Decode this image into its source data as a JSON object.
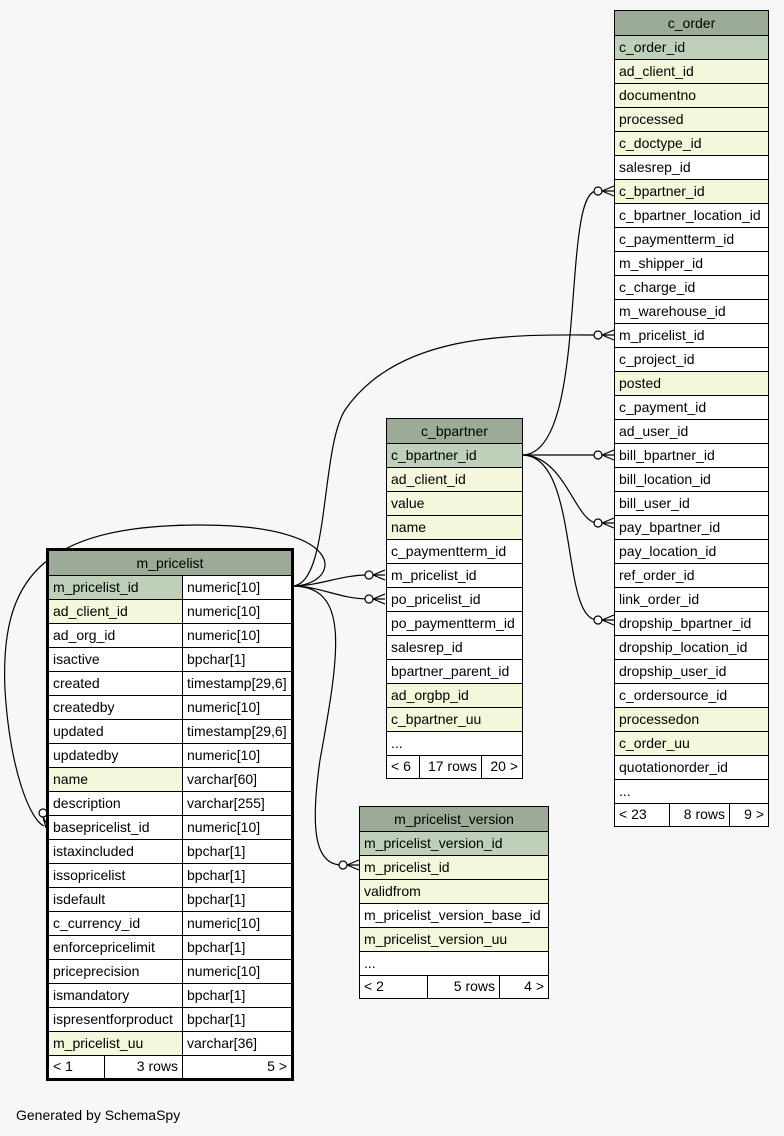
{
  "footer": "Generated by SchemaSpy",
  "tables": {
    "m_pricelist": {
      "name": "m_pricelist",
      "columns": [
        {
          "name": "m_pricelist_id",
          "type": "numeric[10]",
          "kind": "pk"
        },
        {
          "name": "ad_client_id",
          "type": "numeric[10]",
          "kind": "idx"
        },
        {
          "name": "ad_org_id",
          "type": "numeric[10]",
          "kind": "plain"
        },
        {
          "name": "isactive",
          "type": "bpchar[1]",
          "kind": "plain"
        },
        {
          "name": "created",
          "type": "timestamp[29,6]",
          "kind": "plain"
        },
        {
          "name": "createdby",
          "type": "numeric[10]",
          "kind": "plain"
        },
        {
          "name": "updated",
          "type": "timestamp[29,6]",
          "kind": "plain"
        },
        {
          "name": "updatedby",
          "type": "numeric[10]",
          "kind": "plain"
        },
        {
          "name": "name",
          "type": "varchar[60]",
          "kind": "idx"
        },
        {
          "name": "description",
          "type": "varchar[255]",
          "kind": "plain"
        },
        {
          "name": "basepricelist_id",
          "type": "numeric[10]",
          "kind": "plain"
        },
        {
          "name": "istaxincluded",
          "type": "bpchar[1]",
          "kind": "plain"
        },
        {
          "name": "issopricelist",
          "type": "bpchar[1]",
          "kind": "plain"
        },
        {
          "name": "isdefault",
          "type": "bpchar[1]",
          "kind": "plain"
        },
        {
          "name": "c_currency_id",
          "type": "numeric[10]",
          "kind": "plain"
        },
        {
          "name": "enforcepricelimit",
          "type": "bpchar[1]",
          "kind": "plain"
        },
        {
          "name": "priceprecision",
          "type": "numeric[10]",
          "kind": "plain"
        },
        {
          "name": "ismandatory",
          "type": "bpchar[1]",
          "kind": "plain"
        },
        {
          "name": "ispresentforproduct",
          "type": "bpchar[1]",
          "kind": "plain"
        },
        {
          "name": "m_pricelist_uu",
          "type": "varchar[36]",
          "kind": "idx"
        }
      ],
      "footer": {
        "parents": "< 1",
        "rows": "3 rows",
        "children": "5 >"
      }
    },
    "c_bpartner": {
      "name": "c_bpartner",
      "columns": [
        {
          "name": "c_bpartner_id",
          "kind": "pk"
        },
        {
          "name": "ad_client_id",
          "kind": "idx"
        },
        {
          "name": "value",
          "kind": "idx"
        },
        {
          "name": "name",
          "kind": "idx"
        },
        {
          "name": "c_paymentterm_id",
          "kind": "plain"
        },
        {
          "name": "m_pricelist_id",
          "kind": "plain"
        },
        {
          "name": "po_pricelist_id",
          "kind": "plain"
        },
        {
          "name": "po_paymentterm_id",
          "kind": "plain"
        },
        {
          "name": "salesrep_id",
          "kind": "plain"
        },
        {
          "name": "bpartner_parent_id",
          "kind": "plain"
        },
        {
          "name": "ad_orgbp_id",
          "kind": "idx"
        },
        {
          "name": "c_bpartner_uu",
          "kind": "idx"
        },
        {
          "name": "...",
          "kind": "more"
        }
      ],
      "footer": {
        "parents": "< 6",
        "rows": "17 rows",
        "children": "20 >"
      }
    },
    "c_order": {
      "name": "c_order",
      "columns": [
        {
          "name": "c_order_id",
          "kind": "pk"
        },
        {
          "name": "ad_client_id",
          "kind": "idx"
        },
        {
          "name": "documentno",
          "kind": "idx"
        },
        {
          "name": "processed",
          "kind": "idx"
        },
        {
          "name": "c_doctype_id",
          "kind": "idx"
        },
        {
          "name": "salesrep_id",
          "kind": "plain"
        },
        {
          "name": "c_bpartner_id",
          "kind": "idx"
        },
        {
          "name": "c_bpartner_location_id",
          "kind": "plain"
        },
        {
          "name": "c_paymentterm_id",
          "kind": "plain"
        },
        {
          "name": "m_shipper_id",
          "kind": "plain"
        },
        {
          "name": "c_charge_id",
          "kind": "plain"
        },
        {
          "name": "m_warehouse_id",
          "kind": "plain"
        },
        {
          "name": "m_pricelist_id",
          "kind": "plain"
        },
        {
          "name": "c_project_id",
          "kind": "plain"
        },
        {
          "name": "posted",
          "kind": "idx"
        },
        {
          "name": "c_payment_id",
          "kind": "plain"
        },
        {
          "name": "ad_user_id",
          "kind": "plain"
        },
        {
          "name": "bill_bpartner_id",
          "kind": "plain"
        },
        {
          "name": "bill_location_id",
          "kind": "plain"
        },
        {
          "name": "bill_user_id",
          "kind": "plain"
        },
        {
          "name": "pay_bpartner_id",
          "kind": "plain"
        },
        {
          "name": "pay_location_id",
          "kind": "plain"
        },
        {
          "name": "ref_order_id",
          "kind": "plain"
        },
        {
          "name": "link_order_id",
          "kind": "plain"
        },
        {
          "name": "dropship_bpartner_id",
          "kind": "plain"
        },
        {
          "name": "dropship_location_id",
          "kind": "plain"
        },
        {
          "name": "dropship_user_id",
          "kind": "plain"
        },
        {
          "name": "c_ordersource_id",
          "kind": "plain"
        },
        {
          "name": "processedon",
          "kind": "idx"
        },
        {
          "name": "c_order_uu",
          "kind": "idx"
        },
        {
          "name": "quotationorder_id",
          "kind": "plain"
        },
        {
          "name": "...",
          "kind": "more"
        }
      ],
      "footer": {
        "parents": "< 23",
        "rows": "8 rows",
        "children": "9 >"
      }
    },
    "m_pricelist_version": {
      "name": "m_pricelist_version",
      "columns": [
        {
          "name": "m_pricelist_version_id",
          "kind": "pk"
        },
        {
          "name": "m_pricelist_id",
          "kind": "idx"
        },
        {
          "name": "validfrom",
          "kind": "idx"
        },
        {
          "name": "m_pricelist_version_base_id",
          "kind": "plain"
        },
        {
          "name": "m_pricelist_version_uu",
          "kind": "idx"
        },
        {
          "name": "...",
          "kind": "more"
        }
      ],
      "footer": {
        "parents": "< 2",
        "rows": "5 rows",
        "children": "4 >"
      }
    }
  }
}
